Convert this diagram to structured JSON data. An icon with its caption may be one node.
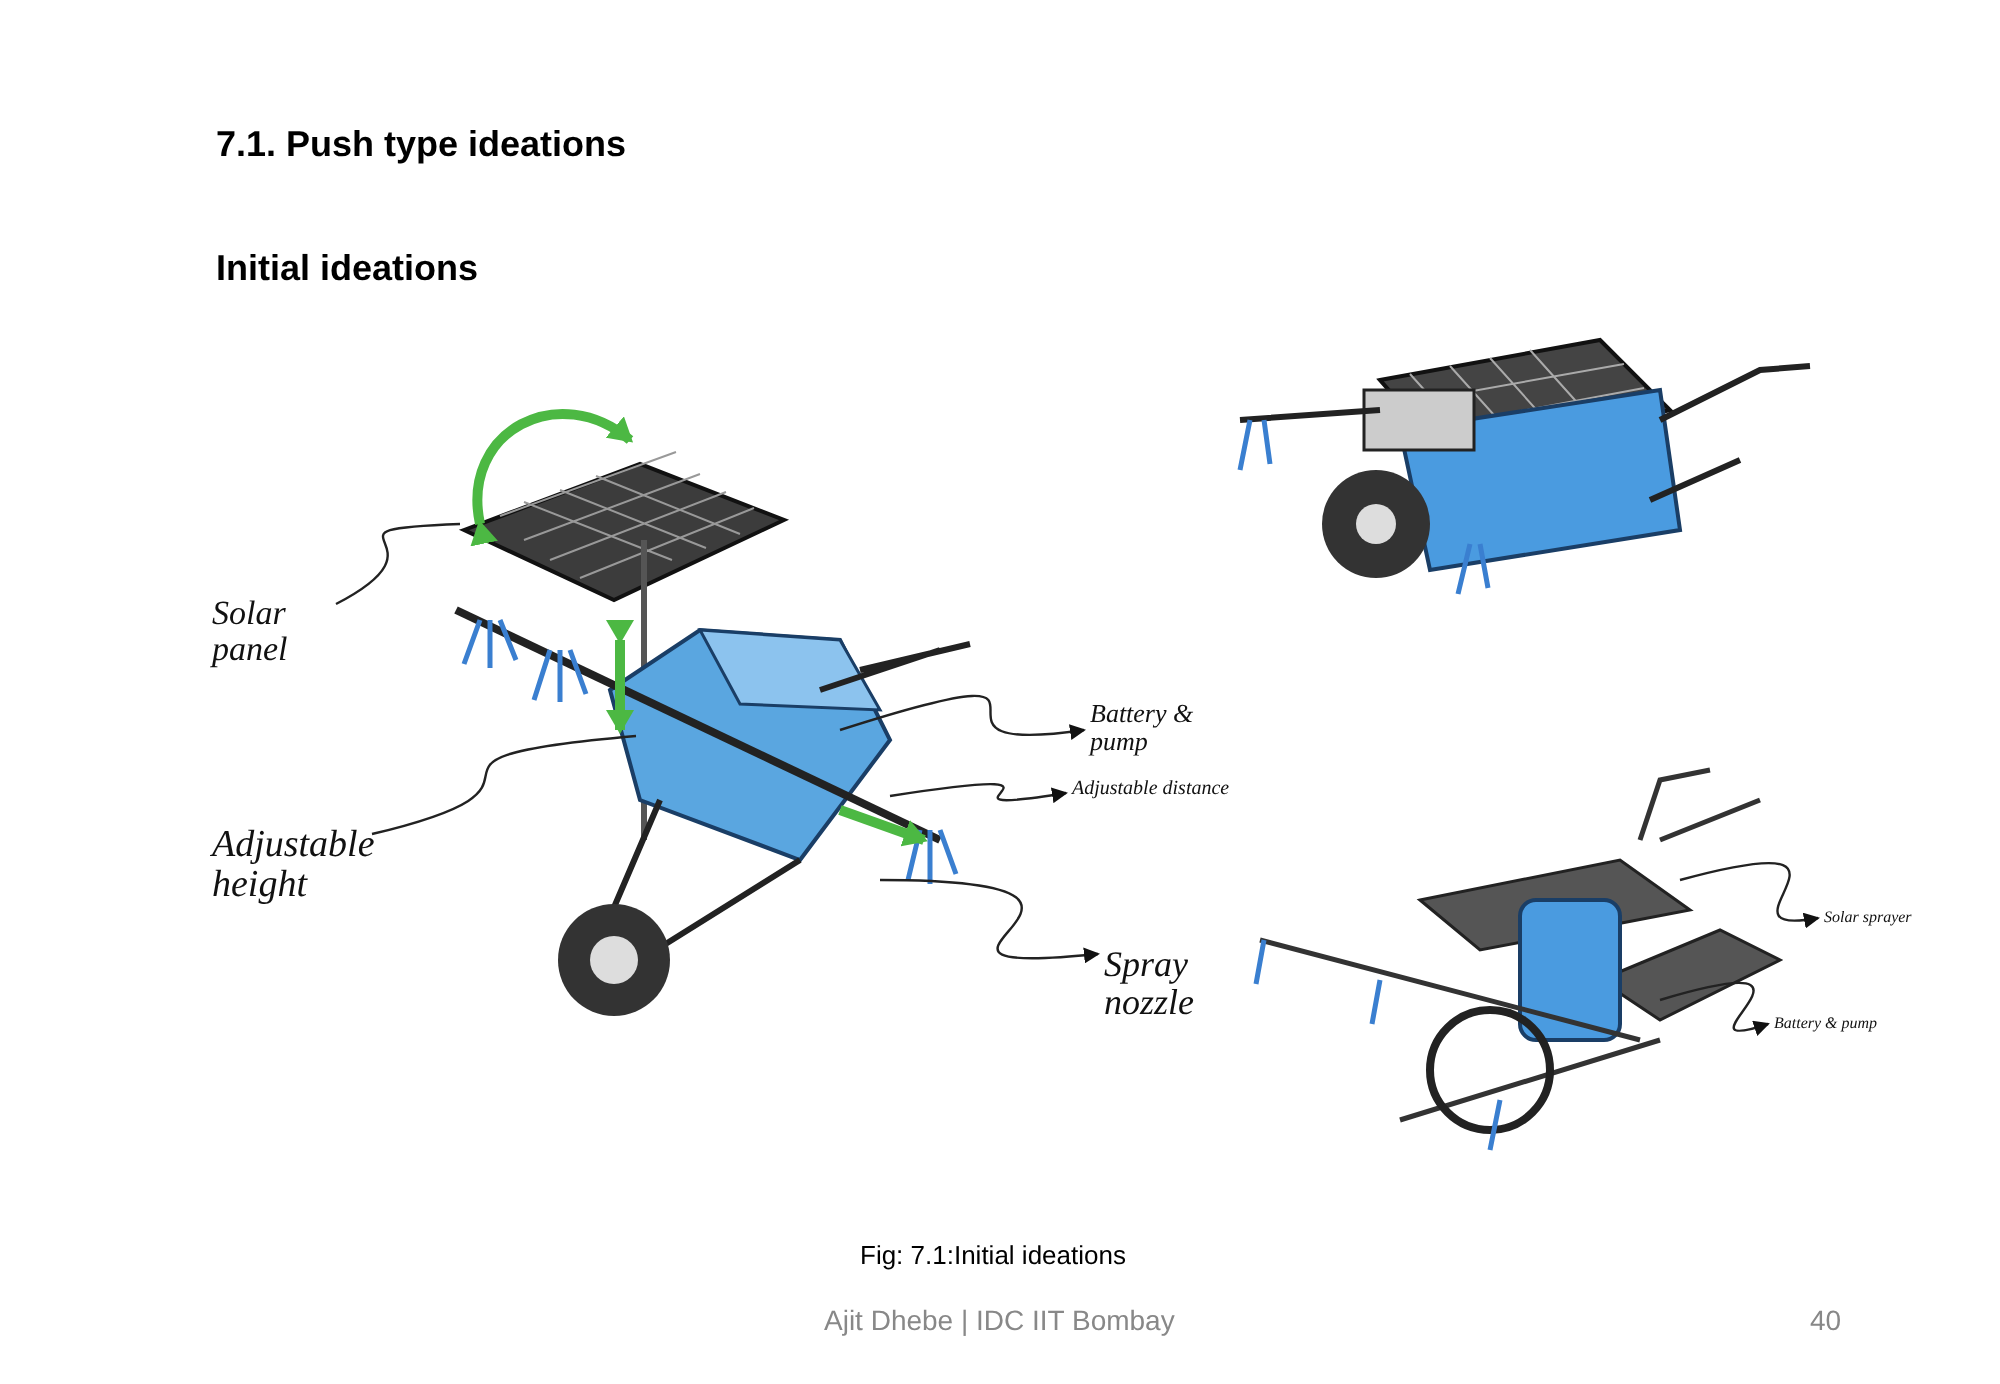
{
  "diagram": {
    "title": "7.1. Push type ideations",
    "caption": "Fig: 7.1:Initial ideations",
    "nodes": [
      {
        "text": [
          "Solar panel"
        ]
      },
      {
        "text": [
          "Adjustable height"
        ]
      },
      {
        "text": [
          "Battery & pump"
        ]
      },
      {
        "text": [
          "Adjustable distance"
        ]
      },
      {
        "text": [
          "Spray nozzle"
        ]
      },
      {
        "text": [
          "Solar sprayer"
        ]
      },
      {
        "text": [
          "Battery & pump"
        ]
      }
    ],
    "edges": [
      {
        "from": 0,
        "to": null,
        "arrow": "none"
      },
      {
        "from": 1,
        "to": null,
        "arrow": "none"
      },
      {
        "from": null,
        "to": 2,
        "arrow": "to"
      },
      {
        "from": null,
        "to": 3,
        "arrow": "to"
      },
      {
        "from": null,
        "to": 4,
        "arrow": "to"
      },
      {
        "from": null,
        "to": 5,
        "arrow": "to"
      },
      {
        "from": null,
        "to": 6,
        "arrow": "to"
      }
    ],
    "labels": [
      "Initial ideations",
      "Ajit Dhebe | IDC IIT Bombay",
      "40"
    ]
  }
}
